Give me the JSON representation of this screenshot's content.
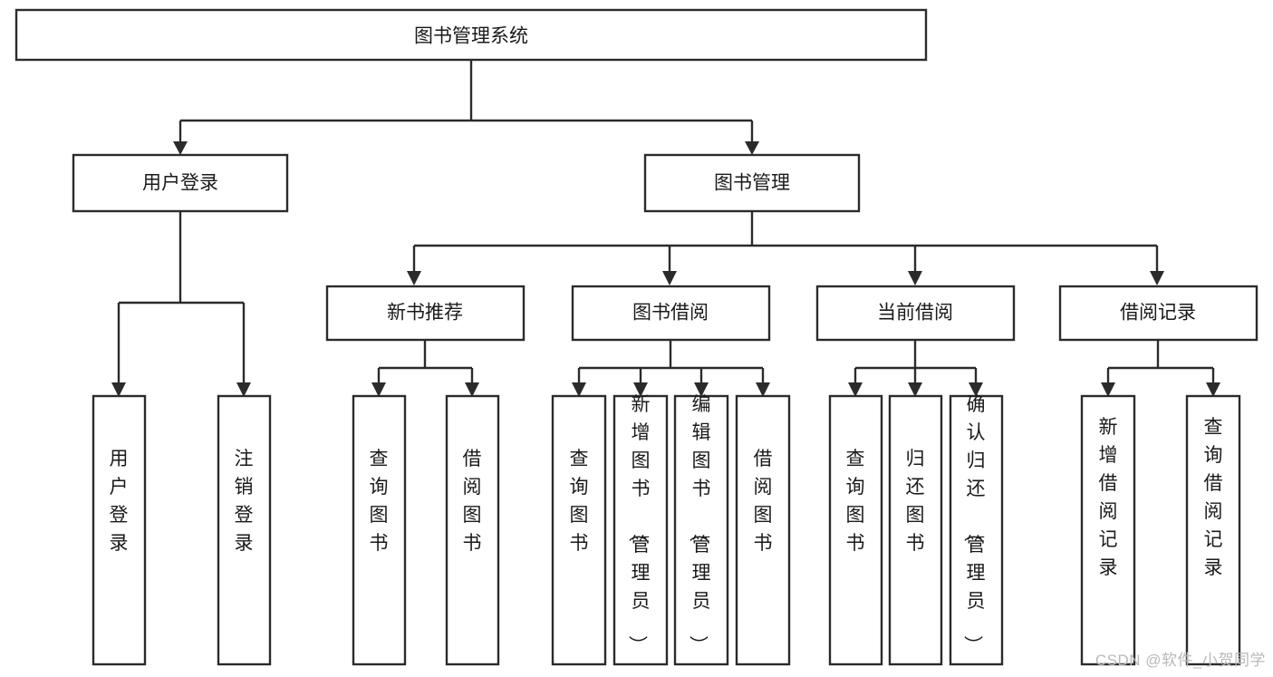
{
  "diagram": {
    "type": "tree",
    "title": "图书管理系统",
    "orientation": "top-down",
    "watermark": "CSDN @软件_小贺同学",
    "colors": {
      "box_stroke": "#2b2b2b",
      "box_fill": "#ffffff",
      "connector": "#2b2b2b",
      "text": "#1a1a1a",
      "watermark": "#b9b9b9",
      "background": "#ffffff"
    },
    "nodes": {
      "root": {
        "label": "图书管理系统"
      },
      "level2": [
        {
          "label": "用户登录"
        },
        {
          "label": "图书管理"
        }
      ],
      "level3": [
        {
          "label": "新书推荐"
        },
        {
          "label": "图书借阅"
        },
        {
          "label": "当前借阅"
        },
        {
          "label": "借阅记录"
        }
      ],
      "leaves_user_login": [
        {
          "label": "用户登录"
        },
        {
          "label": "注销登录"
        }
      ],
      "leaves_new_book": [
        {
          "label": "查询图书"
        },
        {
          "label": "借阅图书"
        }
      ],
      "leaves_borrow": [
        {
          "label": "查询图书"
        },
        {
          "label": "新增图书（管理员）"
        },
        {
          "label": "编辑图书（管理员）"
        },
        {
          "label": "借阅图书"
        }
      ],
      "leaves_current": [
        {
          "label": "查询图书"
        },
        {
          "label": "归还图书"
        },
        {
          "label": "确认归还（管理员）"
        }
      ],
      "leaves_records": [
        {
          "label": "新增借阅记录"
        },
        {
          "label": "查询借阅记录"
        }
      ]
    }
  }
}
